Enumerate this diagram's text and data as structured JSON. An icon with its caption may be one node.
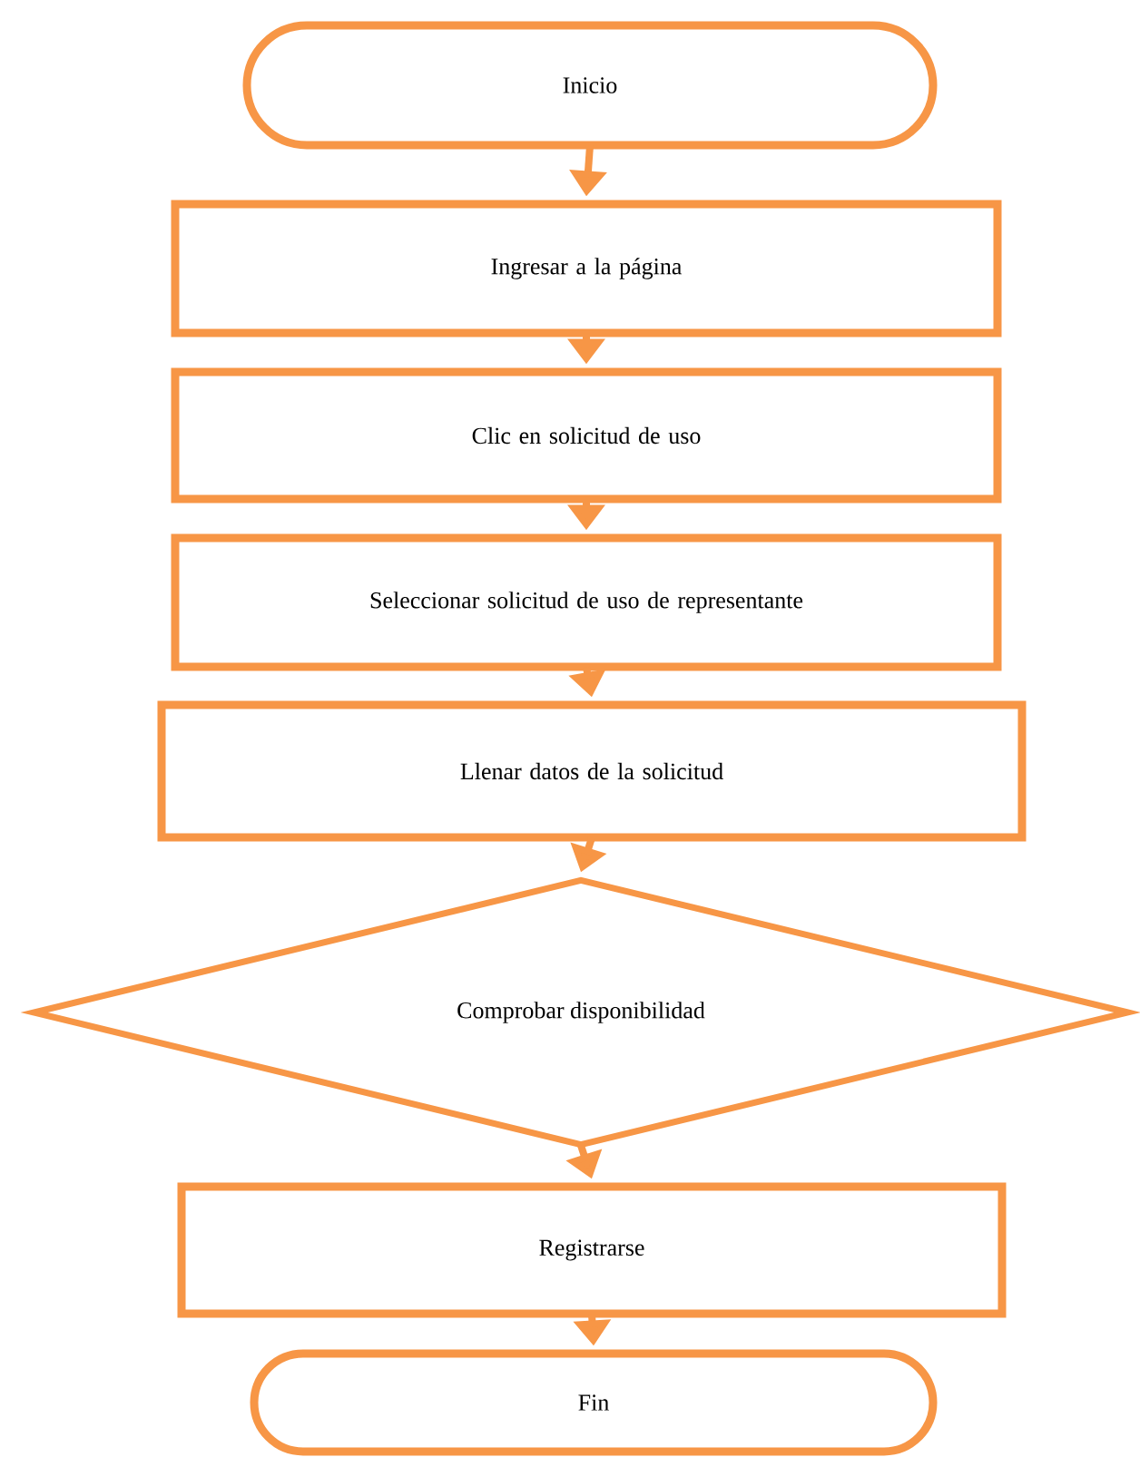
{
  "diagram": {
    "nodes": [
      {
        "text": [
          "Inicio"
        ]
      },
      {
        "text": [
          "Ingresar a la página"
        ]
      },
      {
        "text": [
          "Clic en solicitud de uso"
        ]
      },
      {
        "text": [
          "Seleccionar solicitud de uso de representante"
        ]
      },
      {
        "text": [
          "Llenar datos de la solicitud"
        ]
      },
      {
        "text": [
          "Comprobar disponibilidad"
        ]
      },
      {
        "text": [
          "Registrarse"
        ]
      },
      {
        "text": [
          "Fin"
        ]
      }
    ],
    "edges": [
      {
        "from": 0,
        "to": 1,
        "arrow": "to"
      },
      {
        "from": 1,
        "to": 2,
        "arrow": "to"
      },
      {
        "from": 2,
        "to": 3,
        "arrow": "to"
      },
      {
        "from": 3,
        "to": 4,
        "arrow": "to"
      },
      {
        "from": 4,
        "to": 5,
        "arrow": "to"
      },
      {
        "from": 5,
        "to": 6,
        "arrow": "to"
      },
      {
        "from": 6,
        "to": 7,
        "arrow": "to"
      }
    ]
  }
}
